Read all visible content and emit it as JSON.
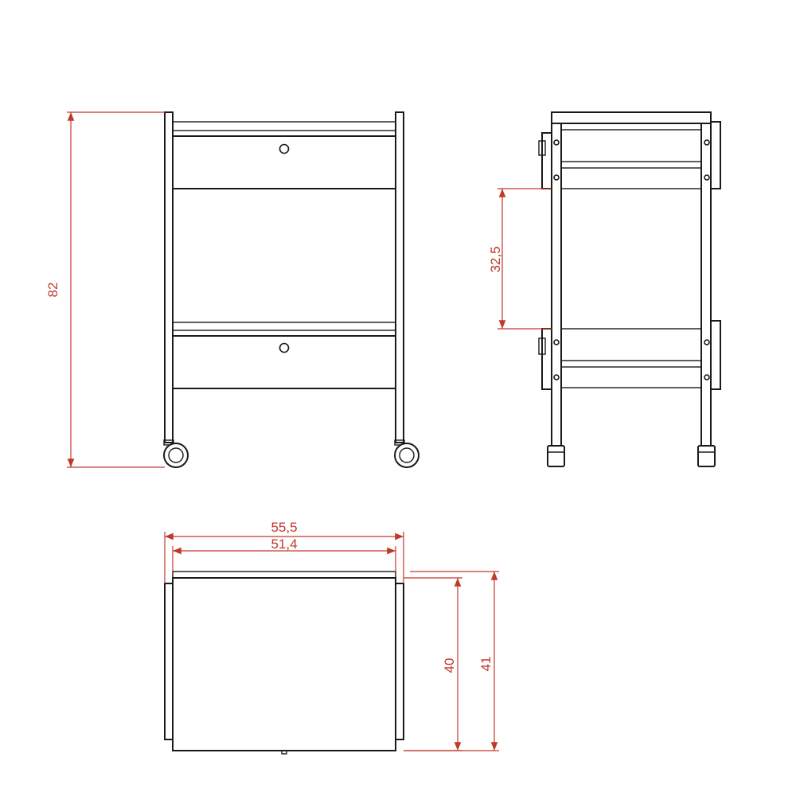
{
  "dimensions": {
    "front_height": "82",
    "side_shelf_gap": "32,5",
    "top_outer_width": "55,5",
    "top_inner_width": "51,4",
    "top_inner_depth": "40",
    "top_outer_depth": "41"
  },
  "colors": {
    "line": "#1a1a1a",
    "dimension": "#c0392b",
    "background": "#ffffff"
  }
}
